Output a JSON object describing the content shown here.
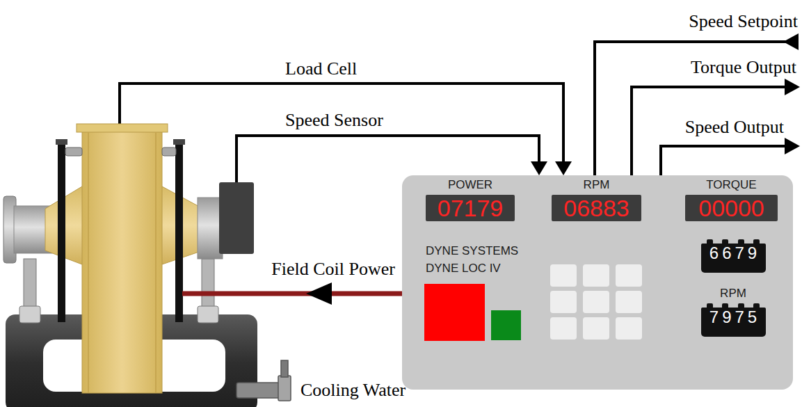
{
  "diagram": {
    "nodes": [
      {
        "text": [
          "DYNE SYSTEMS DYNE LOC IV"
        ]
      },
      {
        "text": [
          "POWER",
          "07179"
        ],
        "in": 0
      },
      {
        "text": [
          "RPM",
          "06883"
        ],
        "in": 0
      },
      {
        "text": [
          "TORQUE",
          "00000"
        ],
        "in": 0
      },
      {
        "text": [
          "6679"
        ],
        "in": 0
      },
      {
        "text": [
          "RPM",
          "7975"
        ],
        "in": 0
      }
    ],
    "labels": [
      "Speed Setpoint",
      "Load Cell",
      "Torque Output",
      "Speed Sensor",
      "Speed Output",
      "Field Coil Power",
      "Cooling Water"
    ]
  }
}
